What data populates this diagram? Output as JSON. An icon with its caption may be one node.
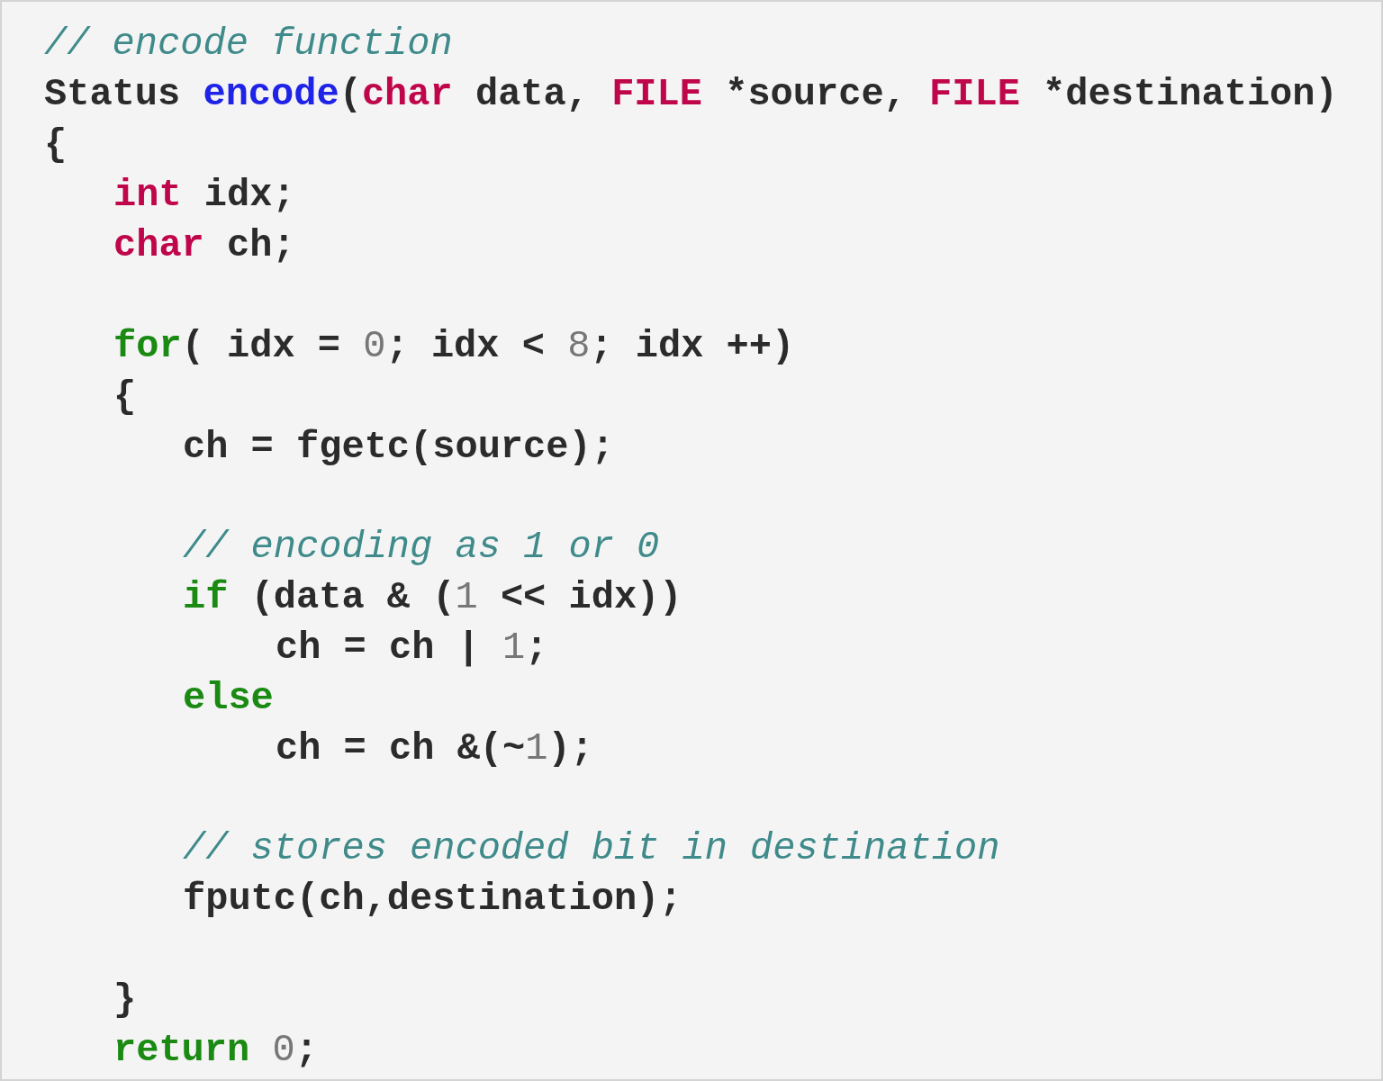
{
  "diagram": {
    "labels": [
      "// encode function",
      "Status encode(char data, FILE *source, FILE *destination)",
      "{",
      "int idx;",
      "char ch;",
      "for( idx = 0; idx < 8; idx ++)",
      "{",
      "ch = fgetc(source);",
      "// encoding as 1 or 0",
      "if (data & (1 << idx))",
      "ch = ch | 1;",
      "else",
      "ch = ch &(~1);",
      "// stores encoded bit in destination",
      "fputc(ch,destination);",
      "}",
      "return 0;"
    ]
  }
}
